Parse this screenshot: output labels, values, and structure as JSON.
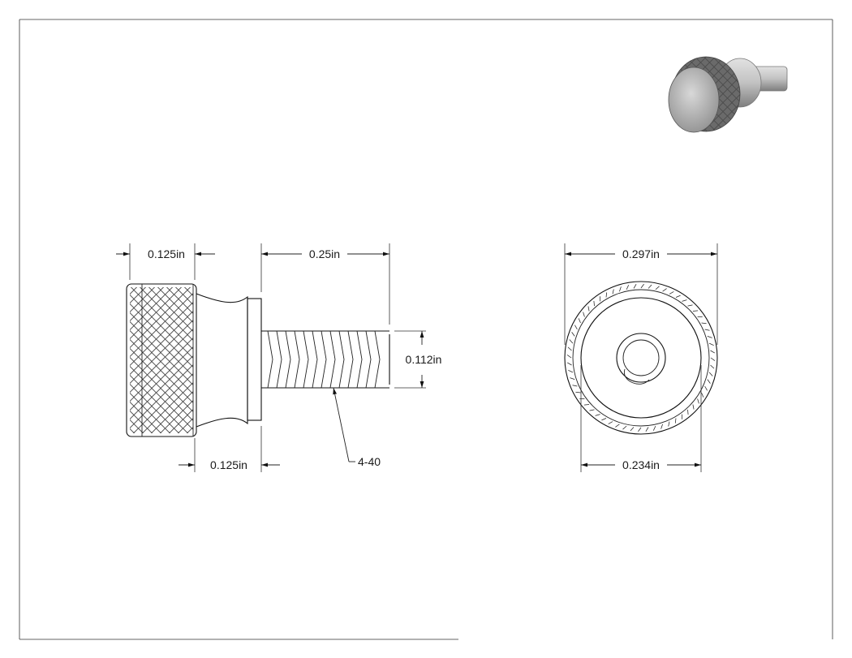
{
  "dimensions": {
    "knob_length": "0.125in",
    "thread_length": "0.25in",
    "thread_diameter": "0.112in",
    "neck_length": "0.125in",
    "thread_callout": "4-40",
    "knob_diameter": "0.297in",
    "shoulder_diameter": "0.234in"
  },
  "colors": {
    "line": "#111111",
    "render_face": "#b3b3b3",
    "render_body": "#c8c8c8",
    "render_dark": "#5a5a5a"
  }
}
